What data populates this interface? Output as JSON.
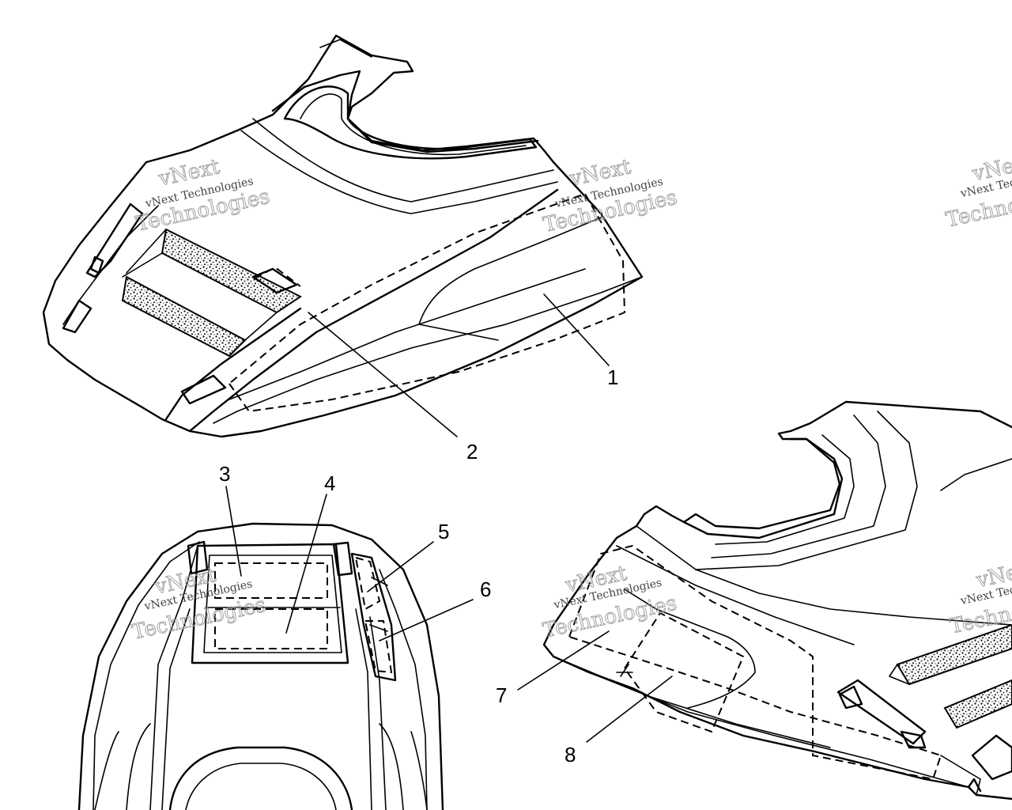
{
  "callouts": [
    {
      "id": "1",
      "label": "1"
    },
    {
      "id": "2",
      "label": "2"
    },
    {
      "id": "3",
      "label": "3"
    },
    {
      "id": "4",
      "label": "4"
    },
    {
      "id": "5",
      "label": "5"
    },
    {
      "id": "6",
      "label": "6"
    },
    {
      "id": "7",
      "label": "7"
    },
    {
      "id": "8",
      "label": "8"
    }
  ],
  "watermark": {
    "line1": "vNext",
    "line2": "vNext Technologies",
    "line3": "Technologies"
  }
}
